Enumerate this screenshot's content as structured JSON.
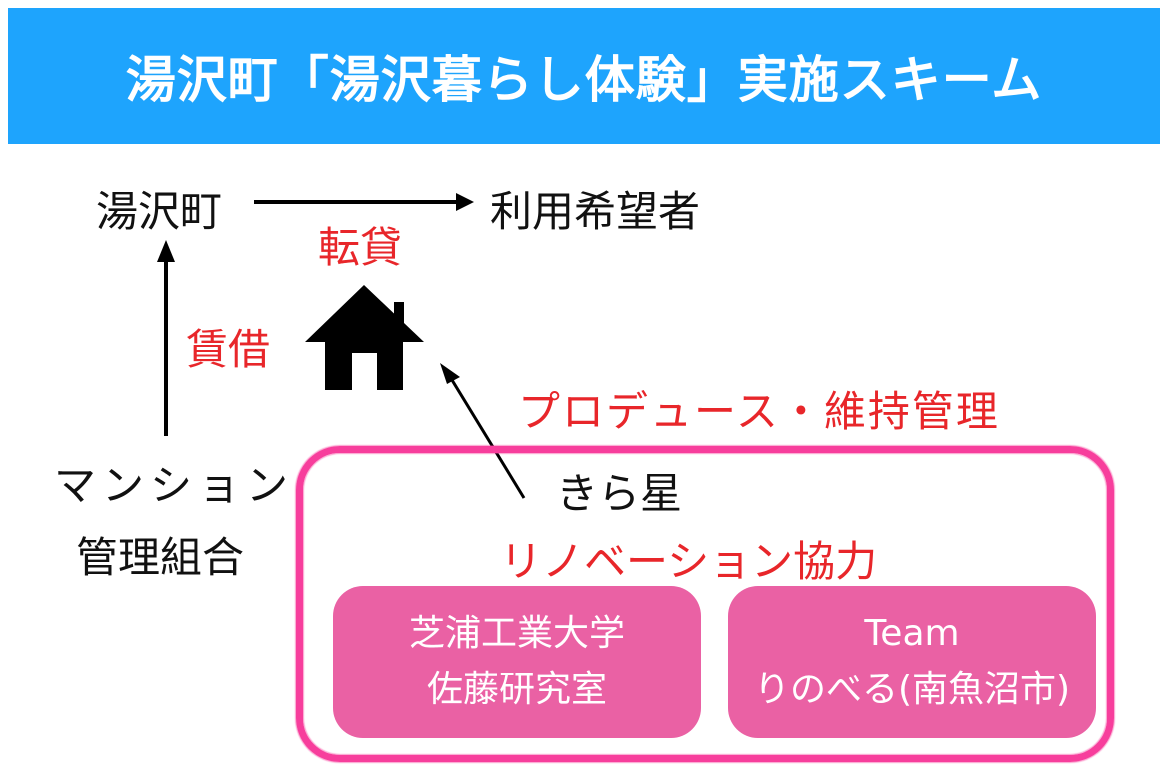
{
  "header": {
    "title": "湯沢町「湯沢暮らし体験」実施スキーム"
  },
  "nodes": {
    "town": "湯沢町",
    "users": "利用希望者",
    "condo_association_line1": "マンション",
    "condo_association_line2": "管理組合",
    "kiraboshi": "きら星"
  },
  "relations": {
    "sublease": "転貸",
    "lease": "賃借",
    "produce_maintain": "プロデュース・維持管理",
    "renovation_cooperation": "リノベーション協力"
  },
  "icons": {
    "property": "house-icon"
  },
  "partners": [
    {
      "line1": "芝浦工業大学",
      "line2": "佐藤研究室"
    },
    {
      "line1": "Team",
      "line2": "りのべる(南魚沼市)"
    }
  ],
  "colors": {
    "banner": "#1ea4fd",
    "relation_text": "#e8262a",
    "frame": "#f73e9c",
    "partner_box": "#ea61a4"
  }
}
